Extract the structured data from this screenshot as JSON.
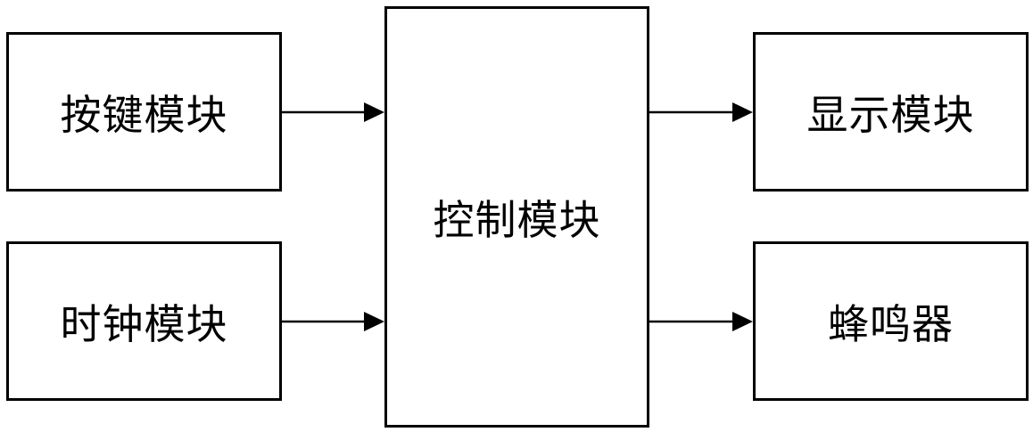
{
  "blocks": {
    "keys": "按键模块",
    "clock": "时钟模块",
    "control": "控制模块",
    "display": "显示模块",
    "buzzer": "蜂鸣器"
  },
  "colors": {
    "stroke": "#000000",
    "background": "#ffffff"
  }
}
